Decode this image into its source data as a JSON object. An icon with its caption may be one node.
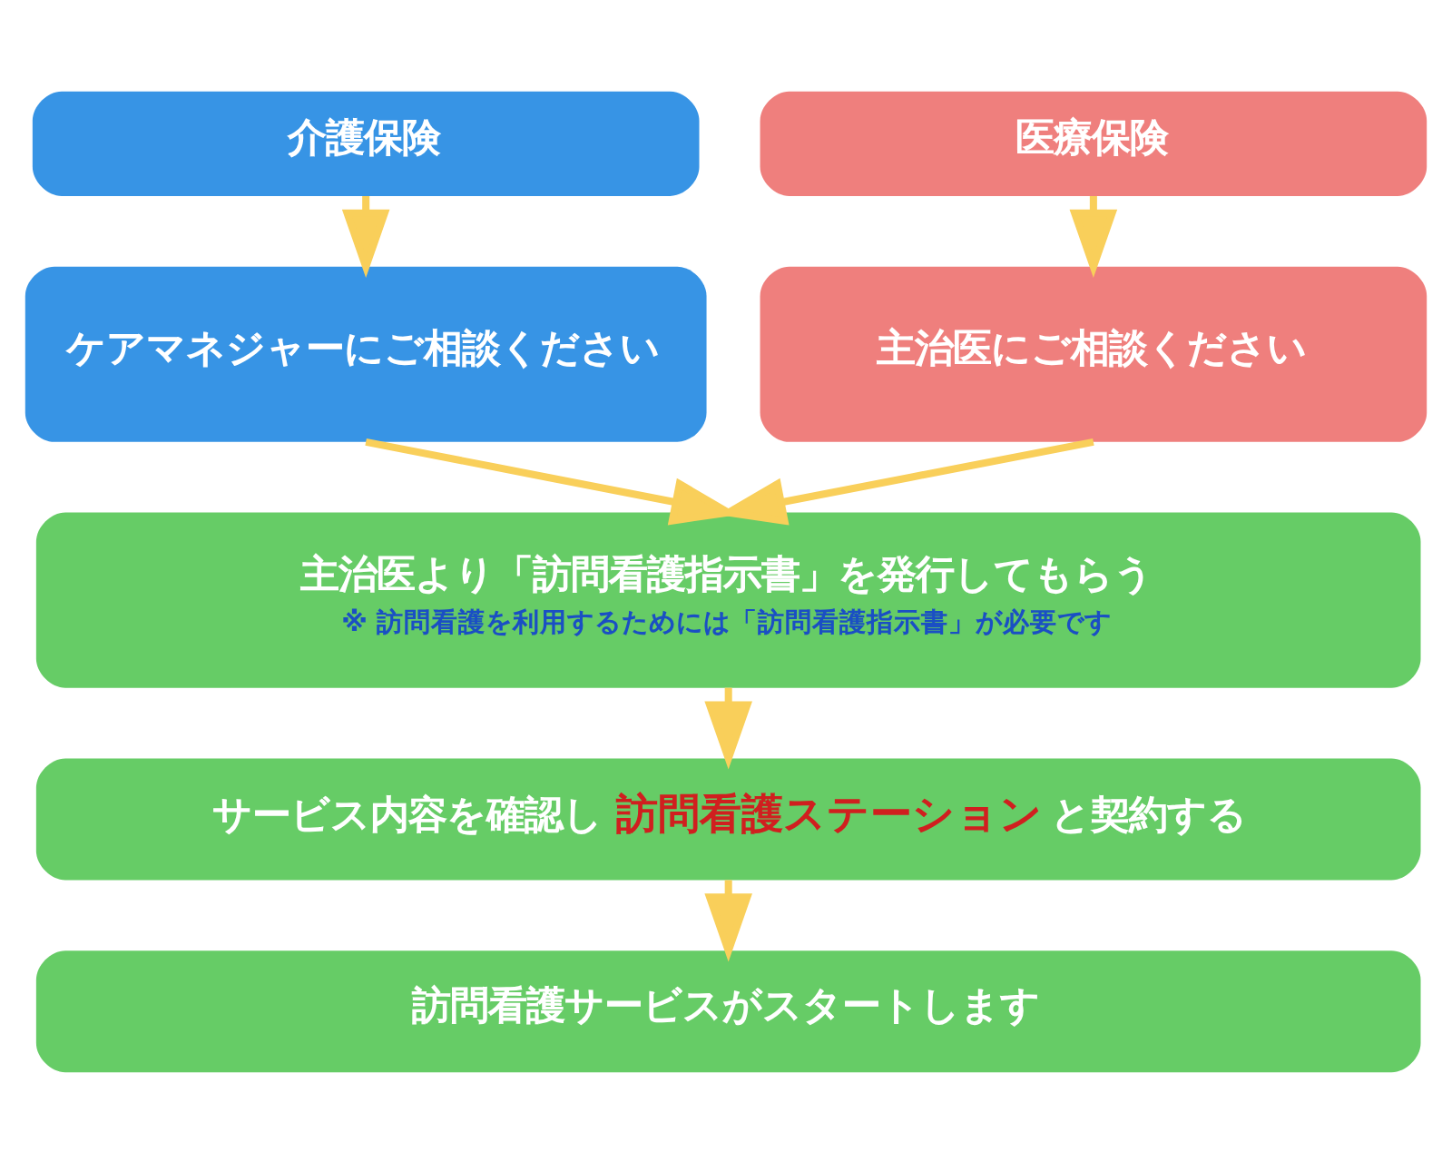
{
  "diagram": {
    "nodes": [
      {
        "text": [
          "介護保険"
        ]
      },
      {
        "text": [
          "医療保険"
        ]
      },
      {
        "text": [
          "ケアマネジャーにご相談ください"
        ]
      },
      {
        "text": [
          "主治医にご相談ください"
        ]
      },
      {
        "text": [
          "主治医より「訪問看護指示書」を発行してもらう",
          "※ 訪問看護を利用するためには「訪問看護指示書」が必要です"
        ]
      },
      {
        "text": [
          "サービス内容を確認し **訪問看護ステーション** と契約する"
        ]
      },
      {
        "text": [
          "訪問看護サービスがスタートします"
        ]
      }
    ],
    "edges": [
      {
        "from": 0,
        "to": 2,
        "arrow": "to"
      },
      {
        "from": 1,
        "to": 3,
        "arrow": "to"
      },
      {
        "from": 2,
        "to": 4,
        "arrow": "to"
      },
      {
        "from": 3,
        "to": 4,
        "arrow": "to"
      },
      {
        "from": 4,
        "to": 5,
        "arrow": "to"
      },
      {
        "from": 5,
        "to": 6,
        "arrow": "to"
      }
    ]
  }
}
